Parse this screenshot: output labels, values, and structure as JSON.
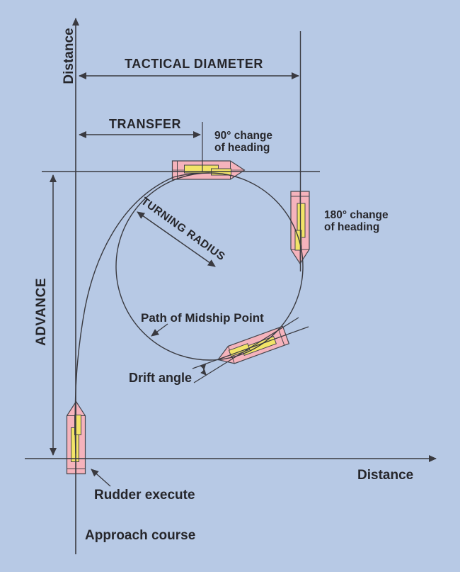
{
  "colors": {
    "background": "#b7c9e5",
    "line": "#3a3a40",
    "text": "#26262b",
    "ship_hull": "#f5b3bc",
    "ship_deck": "#f2e468",
    "ship_outline": "#45454c"
  },
  "axes": {
    "y_label": "Distance",
    "x_label": "Distance"
  },
  "measurements": {
    "tactical_diameter": "TACTICAL DIAMETER",
    "transfer": "TRANSFER",
    "advance": "ADVANCE",
    "turning_radius": "TURNING RADIUS"
  },
  "annotations": {
    "change_90_line1": "90° change",
    "change_90_line2": "of heading",
    "change_180_line1": "180° change",
    "change_180_line2": "of heading",
    "path_of_midship": "Path of Midship Point",
    "drift_angle": "Drift angle",
    "rudder_execute": "Rudder execute",
    "approach_course": "Approach course"
  }
}
